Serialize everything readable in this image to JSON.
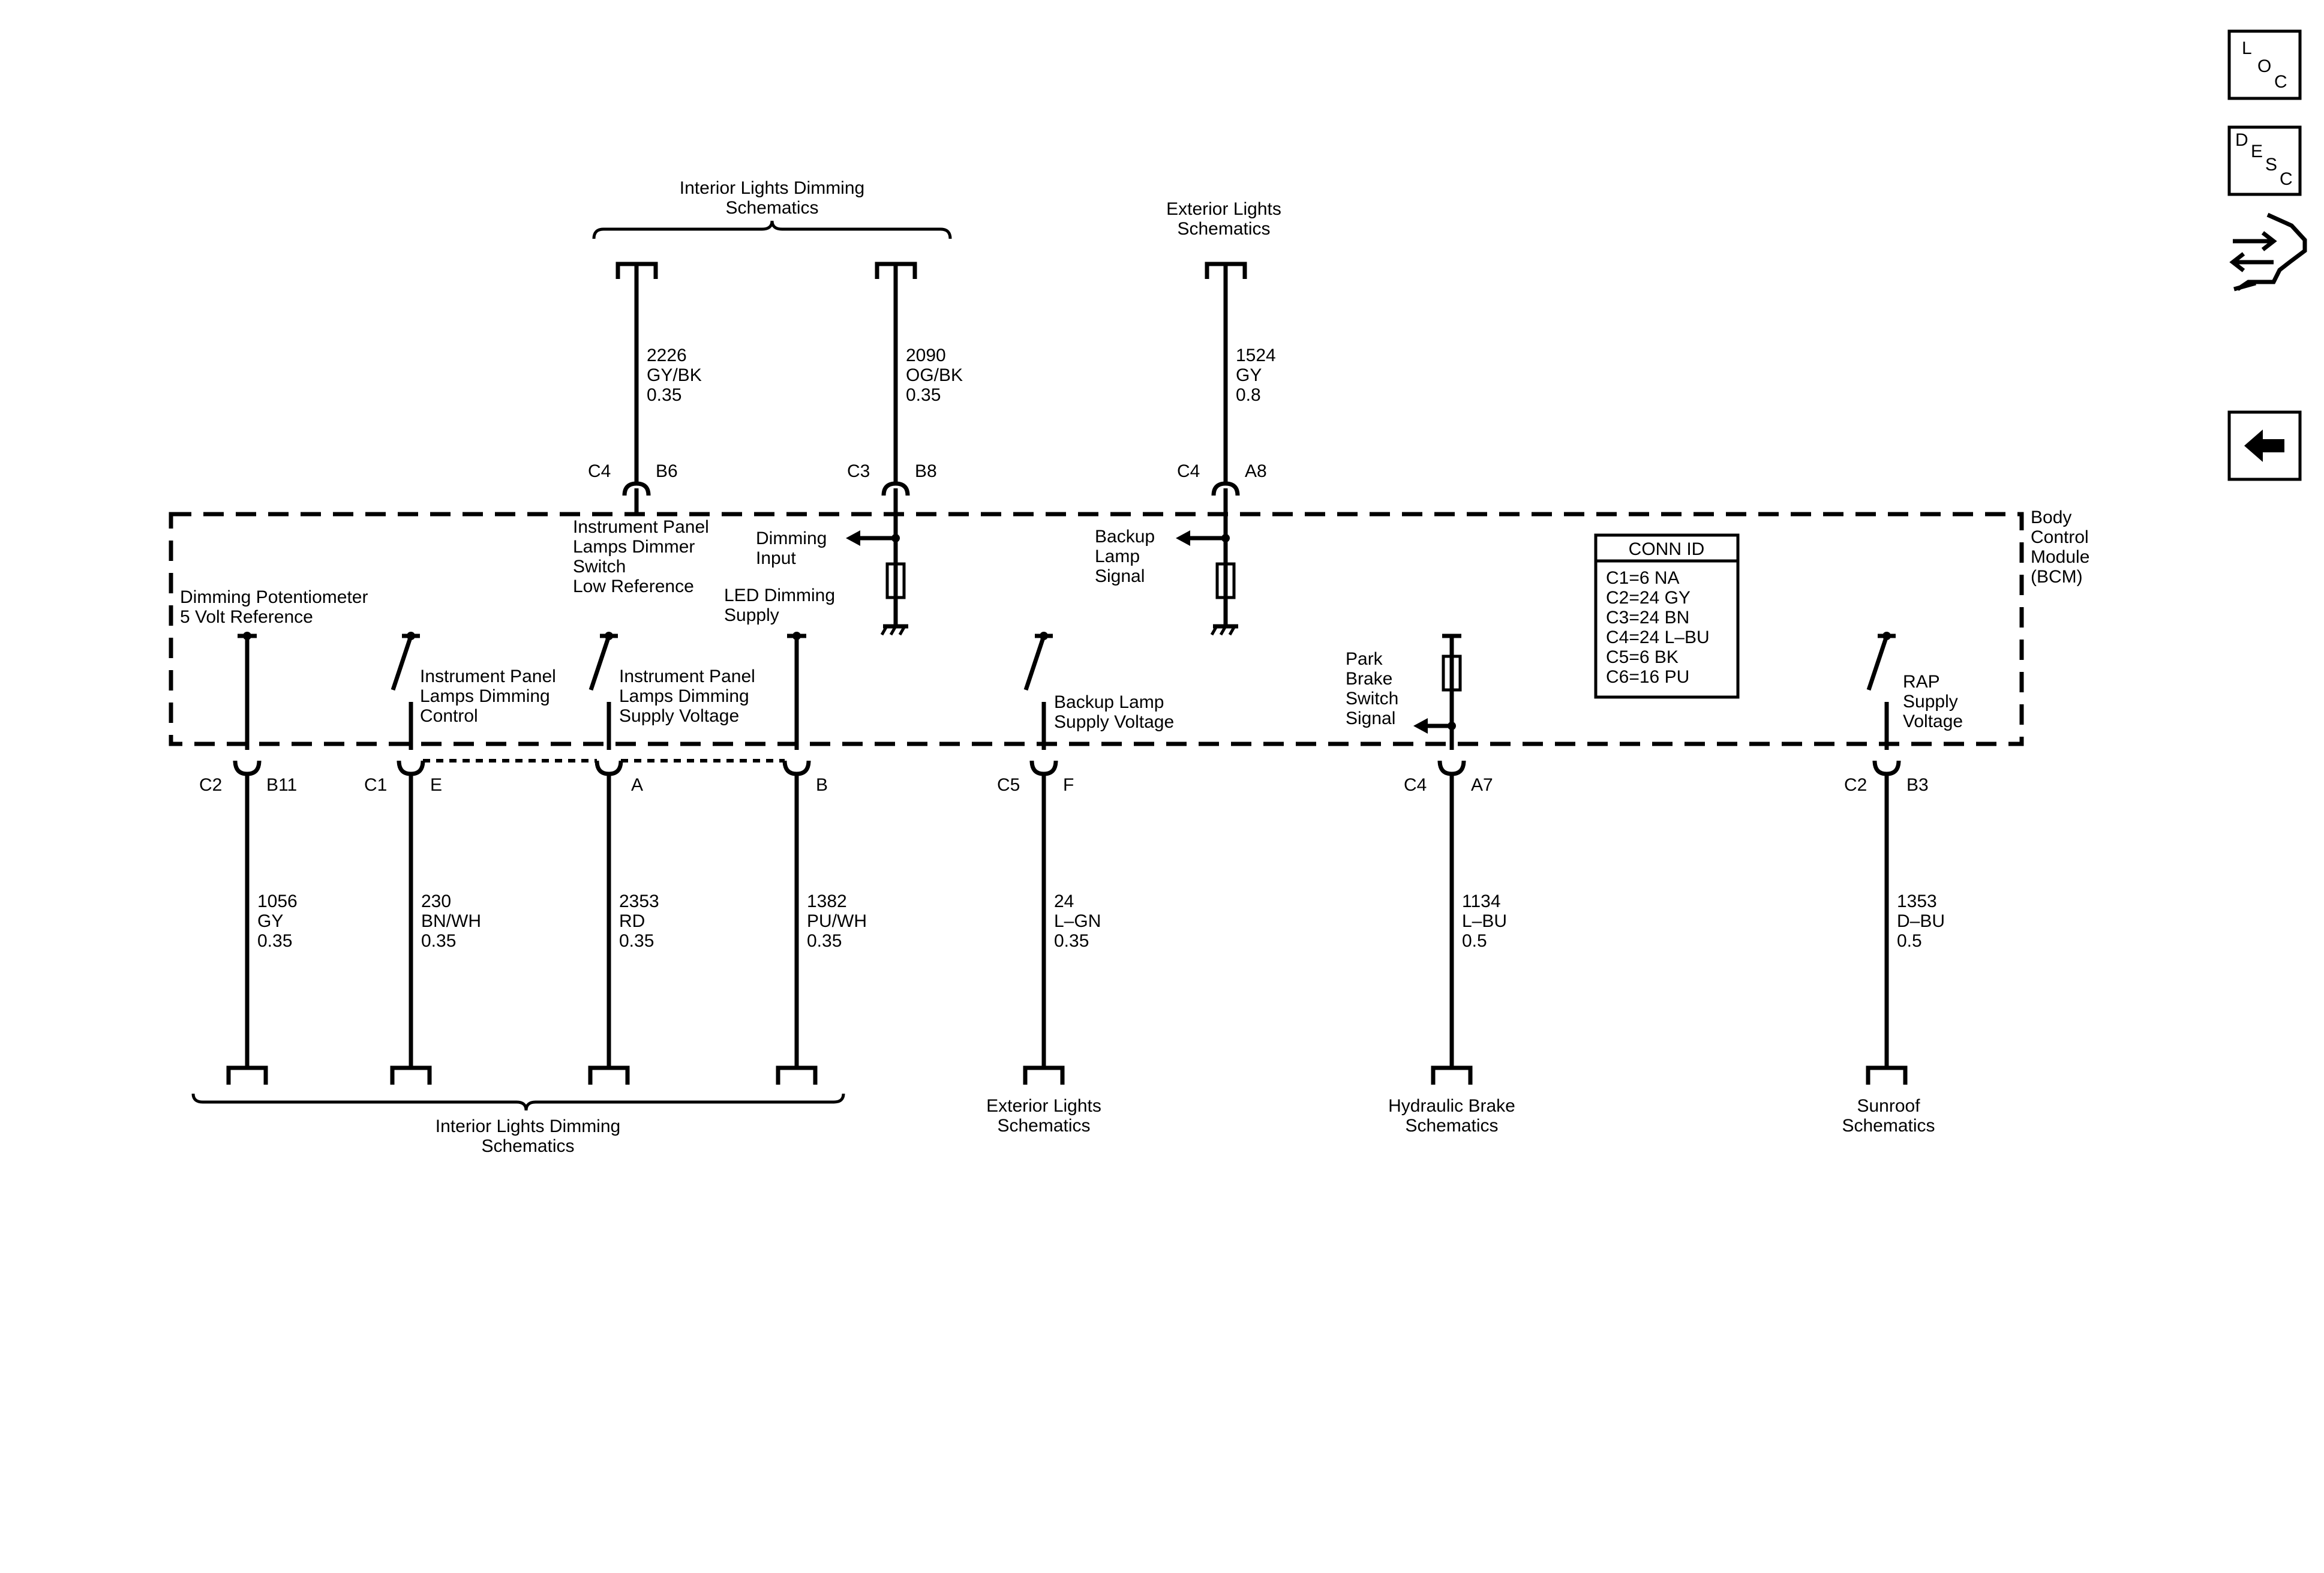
{
  "module": {
    "line1": "Body",
    "line2": "Control",
    "line3": "Module",
    "line4": "(BCM)"
  },
  "conn_id": {
    "title": "CONN ID",
    "rows": [
      "C1=6 NA",
      "C2=24 GY",
      "C3=24 BN",
      "C4=24 L–BU",
      "C5=6 BK",
      "C6=16 PU"
    ]
  },
  "nav": {
    "loc": [
      "L",
      "O",
      "C"
    ],
    "desc": [
      "D",
      "E",
      "S",
      "C"
    ]
  },
  "top": {
    "interior_title": [
      "Interior Lights Dimming",
      "Schematics"
    ],
    "exterior_title": [
      "Exterior Lights",
      "Schematics"
    ],
    "wire_2226": [
      "2226",
      "GY/BK",
      "0.35"
    ],
    "wire_2090": [
      "2090",
      "OG/BK",
      "0.35"
    ],
    "wire_1524": [
      "1524",
      "GY",
      "0.8"
    ],
    "conn_b6": {
      "c": "C4",
      "p": "B6"
    },
    "conn_b8": {
      "c": "C3",
      "p": "B8"
    },
    "conn_a8": {
      "c": "C4",
      "p": "A8"
    }
  },
  "internal": {
    "ip_dimmer_lowref": [
      "Instrument Panel",
      "Lamps Dimmer",
      "Switch",
      "Low Reference"
    ],
    "dimming_input": [
      "Dimming",
      "Input"
    ],
    "backup_signal": [
      "Backup",
      "Lamp",
      "Signal"
    ],
    "dim_pot": [
      "Dimming Potentiometer",
      "5 Volt Reference"
    ],
    "led_supply": [
      "LED Dimming",
      "Supply"
    ],
    "ip_control": [
      "Instrument Panel",
      "Lamps Dimming",
      "Control"
    ],
    "ip_supply": [
      "Instrument Panel",
      "Lamps Dimming",
      "Supply Voltage"
    ],
    "backup_supply": [
      "Backup Lamp",
      "Supply Voltage"
    ],
    "park_brake": [
      "Park",
      "Brake",
      "Switch",
      "Signal"
    ],
    "rap": [
      "RAP",
      "Supply",
      "Voltage"
    ]
  },
  "bottom": {
    "conns": [
      {
        "c": "C2",
        "p": "B11"
      },
      {
        "c": "C1",
        "p": "E"
      },
      {
        "c": "",
        "p": "A"
      },
      {
        "c": "",
        "p": "B"
      },
      {
        "c": "C5",
        "p": "F"
      },
      {
        "c": "C4",
        "p": "A7"
      },
      {
        "c": "C2",
        "p": "B3"
      }
    ],
    "wires": [
      [
        "1056",
        "GY",
        "0.35"
      ],
      [
        "230",
        "BN/WH",
        "0.35"
      ],
      [
        "2353",
        "RD",
        "0.35"
      ],
      [
        "1382",
        "PU/WH",
        "0.35"
      ],
      [
        "24",
        "L–GN",
        "0.35"
      ],
      [
        "1134",
        "L–BU",
        "0.5"
      ],
      [
        "1353",
        "D–BU",
        "0.5"
      ]
    ],
    "dest_interior": [
      "Interior Lights Dimming",
      "Schematics"
    ],
    "dest_exterior": [
      "Exterior Lights",
      "Schematics"
    ],
    "dest_hydraulic": [
      "Hydraulic Brake",
      "Schematics"
    ],
    "dest_sunroof": [
      "Sunroof",
      "Schematics"
    ]
  }
}
